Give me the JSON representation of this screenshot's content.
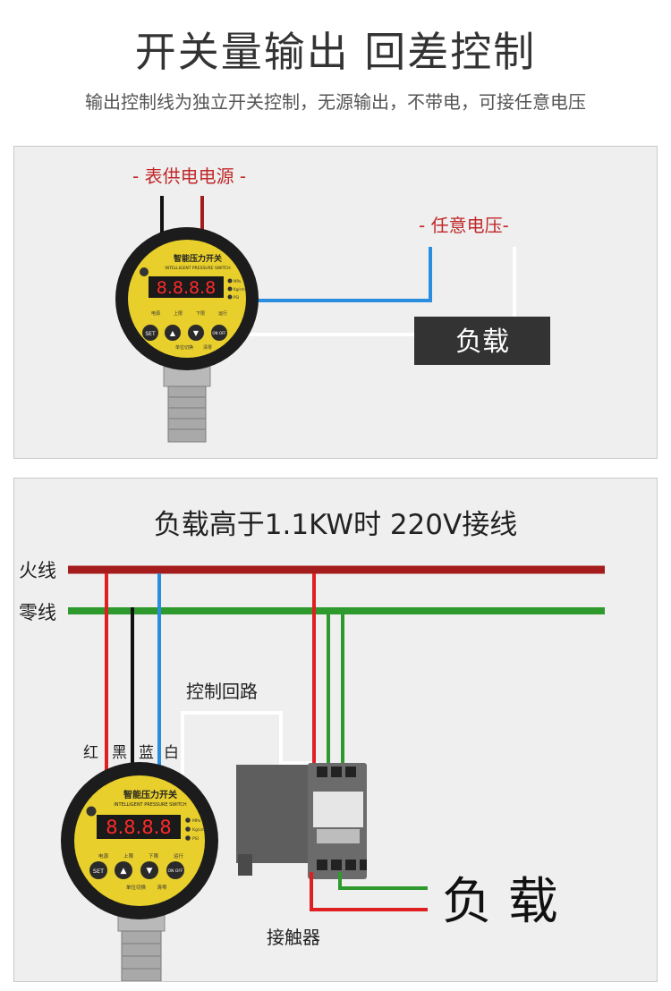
{
  "header": {
    "title": "开关量输出 回差控制",
    "subtitle": "输出控制线为独立开关控制，无源输出，不带电，可接任意电压"
  },
  "device": {
    "name_cn": "智能压力开关",
    "name_en": "INTELLIGENT PRESSURE SWITCH",
    "display": "8.8.8.8",
    "units": [
      "MPa",
      "Kg/cm²",
      "PSI"
    ],
    "indicators": [
      "电源",
      "上限",
      "下限",
      "运行"
    ],
    "buttons": [
      "SET",
      "▲",
      "▼",
      "ON OFF"
    ],
    "button_labels": [
      "单位切换",
      "清零"
    ]
  },
  "panel1": {
    "supply_label": "- 表供电电源 -",
    "voltage_label": "- 任意电压-",
    "load_label": "负载"
  },
  "panel2": {
    "heading": "负载高于1.1KW时 220V接线",
    "live_label": "火线",
    "neutral_label": "零线",
    "control_label": "控制回路",
    "wire_colors": [
      "红",
      "黑",
      "蓝",
      "白"
    ],
    "contactor_label": "接触器",
    "load_label": "负 载"
  },
  "colors": {
    "live": "#a51c1c",
    "neutral": "#2e9a2e",
    "red_wire": "#e02020",
    "blue_wire": "#2b8de0",
    "black_wire": "#111111",
    "accent_text": "#c0282a"
  }
}
